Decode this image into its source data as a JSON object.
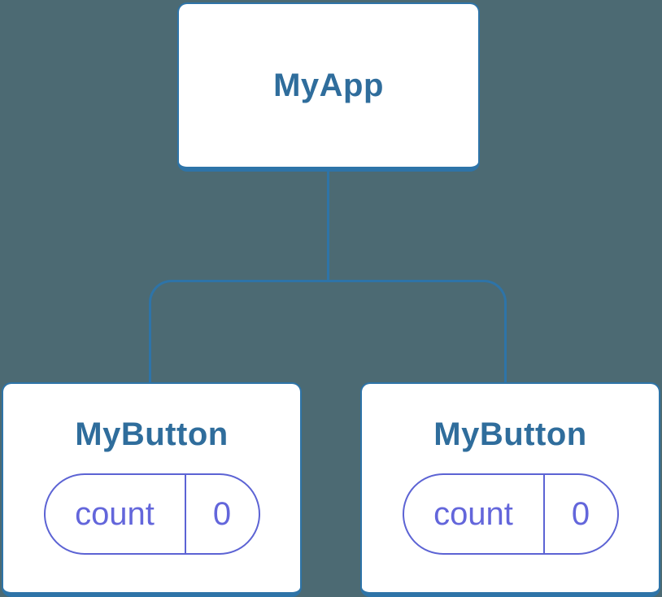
{
  "colors": {
    "bg": "#4C6A73",
    "stroke_blue": "#2E74A8",
    "title_blue": "#2F6D9C",
    "pill_border": "#5C63D4",
    "pill_text": "#6366DB",
    "card_bg": "#FFFFFF"
  },
  "tree": {
    "root": {
      "label": "MyApp"
    },
    "children": [
      {
        "label": "MyButton",
        "state": {
          "key": "count",
          "value": "0"
        }
      },
      {
        "label": "MyButton",
        "state": {
          "key": "count",
          "value": "0"
        }
      }
    ]
  }
}
